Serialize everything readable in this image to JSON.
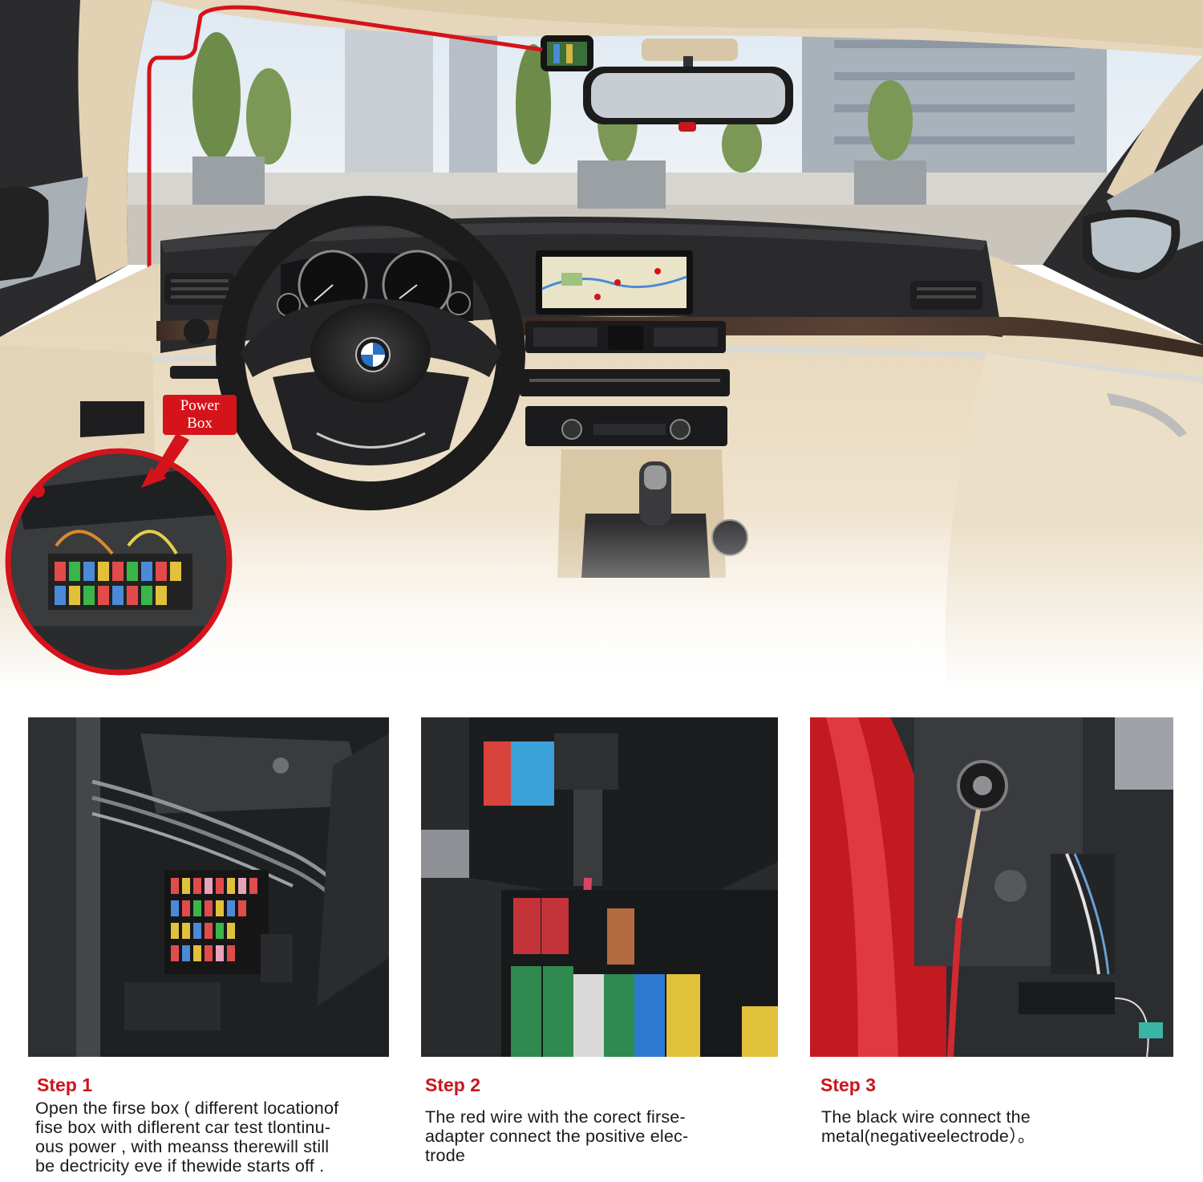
{
  "hero": {
    "callout_label": "Power\nBox"
  },
  "steps": [
    {
      "title": "Step 1",
      "text": "Open the firse box ( different locationof\nfise box with diflerent car test tlontinu-\nous power , with meanss therewill still\nbe dectricity eve if thewide starts off ."
    },
    {
      "title": "Step 2",
      "text": "The red wire with the corect firse-\nadapter connect the positive elec-\ntrode"
    },
    {
      "title": "Step 3",
      "text": "The black wire connect the\nmetal(negativeelectrode）。"
    }
  ],
  "colors": {
    "accent_red": "#d5131b",
    "title_red": "#c8161d",
    "dash_beige": "#eadcc0",
    "dash_dark": "#2a2a2c"
  }
}
